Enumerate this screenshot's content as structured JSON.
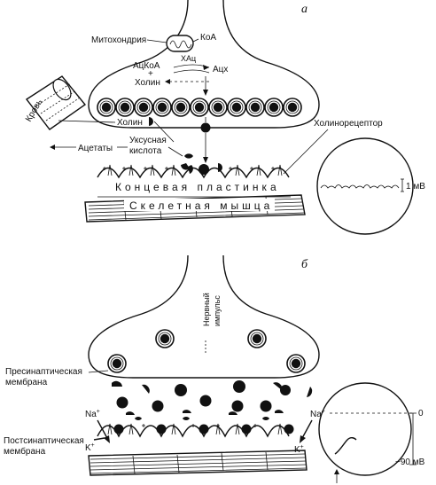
{
  "panels": {
    "a": "а",
    "b": "б"
  },
  "top": {
    "mitochondria": "Митохондрия",
    "coa": "КоА",
    "chac": "ХАц",
    "acetyl_coa": "АцКоА",
    "plus": "+",
    "choline_synth": "Холин",
    "ach": "Ацх",
    "choline": "Холин",
    "blood": "Кровь",
    "acetates": "Ацетаты",
    "acetic_acid_1": "Уксусная",
    "acetic_acid_2": "кислота",
    "cholinoreceptor": "Холинорецептор",
    "end_plate": "Концевая пластинка",
    "muscle": "Скелетная мышца",
    "scale": "1 мВ"
  },
  "bottom": {
    "nerve_impulse_1": "Нервный",
    "nerve_impulse_2": "импульс",
    "presynaptic_1": "Пресинаптическая",
    "presynaptic_2": "мембрана",
    "postsynaptic_1": "Постсинаптическая",
    "postsynaptic_2": "мембрана",
    "na_left": "Na",
    "na_right": "Na",
    "k_left": "K",
    "k_right": "K",
    "plus_sign": "+",
    "zero": "0",
    "minus90": "−90 мВ"
  }
}
